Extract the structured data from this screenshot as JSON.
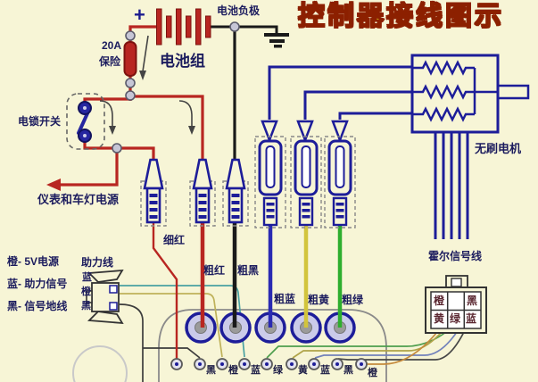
{
  "title": "控制器接线图示",
  "colors": {
    "red": "#b82621",
    "black": "#1a1a1a",
    "navy": "#1d1d99",
    "blue": "#2a2ab2",
    "yellow": "#d2c43c",
    "green": "#2eae2e",
    "teal": "#4aa2a2",
    "olive": "#bfb25a",
    "thin_black": "#3c3c3c",
    "hall_green": "#4e9e4e",
    "hall_olive": "#b0a449",
    "hall_blue": "#7282bb",
    "hall_dark": "#474747",
    "hall_orange": "#c58a3c",
    "bg": "#f7f5d6",
    "title_fill": "#d9d91f",
    "title_outline": "#8c2000"
  },
  "battery": {
    "plus": "+",
    "negative_label": "电池负极",
    "pack_label": "电池组",
    "fuse_line1": "20A",
    "fuse_line2": "保险"
  },
  "left": {
    "lock_switch": "电锁开关",
    "instrument_power": "仪表和车灯电源",
    "legend": [
      "橙- 5V电源",
      "蓝- 助力信号",
      "黑- 信号地线"
    ],
    "assist_label": "助力线",
    "assist_pins": [
      "蓝",
      "橙",
      "黑"
    ]
  },
  "wires": {
    "thin_red": "细红",
    "thick_red": "粗红",
    "thick_black": "粗黑",
    "thick_blue": "粗蓝",
    "thick_yellow": "粗黄",
    "thick_green": "粗绿"
  },
  "motor": {
    "label": "无刷电机",
    "hall_label": "霍尔信号线",
    "hall_pins": {
      "top_left": "橙",
      "top_right": "黑",
      "bot1": "黄",
      "bot2": "绿",
      "bot3": "蓝"
    }
  },
  "controller": {
    "terminal_labels": [
      "黑",
      "橙",
      "蓝",
      "绿",
      "黄",
      "蓝",
      "黑",
      "橙"
    ]
  }
}
